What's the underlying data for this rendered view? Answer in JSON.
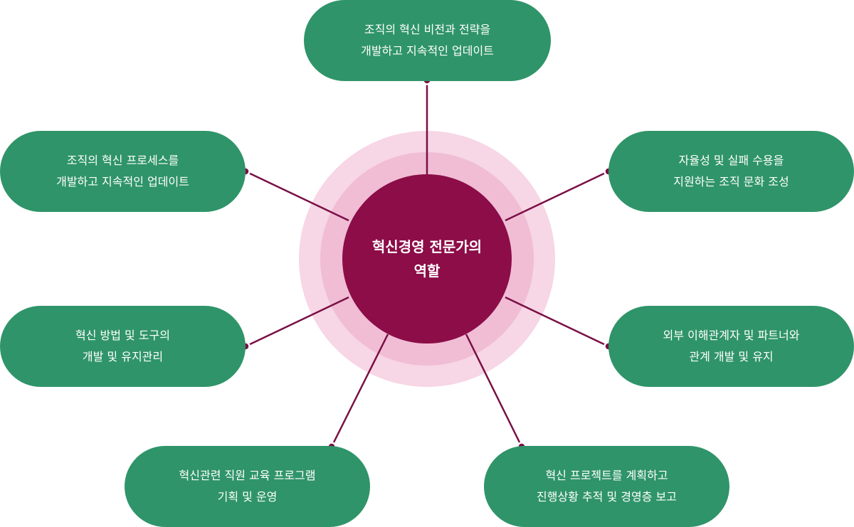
{
  "center": {
    "line1": "혁신경영 전문가의",
    "line2": "역할"
  },
  "roles": {
    "top": {
      "line1": "조직의 혁신 비전과 전략을",
      "line2": "개발하고 지속적인 업데이트"
    },
    "upper_left": {
      "line1": "조직의 혁신 프로세스를",
      "line2": "개발하고 지속적인 업데이트"
    },
    "upper_right": {
      "line1": "자율성 및 실패 수용을",
      "line2": "지원하는 조직 문화 조성"
    },
    "lower_left": {
      "line1": "혁신 방법 및 도구의",
      "line2": "개발 및 유지관리"
    },
    "lower_right": {
      "line1": "외부 이해관계자 및 파트너와",
      "line2": "관계 개발 및 유지"
    },
    "bottom_left": {
      "line1": "혁신관련 직원 교육 프로그램",
      "line2": "기획 및 운영"
    },
    "bottom_right": {
      "line1": "혁신 프로젝트를 계획하고",
      "line2": "진행상황 추적 및 경영층 보고"
    }
  },
  "colors": {
    "hub": "#8c0d48",
    "halo_outer": "#f7d6e5",
    "halo_inner": "#f0bdd5",
    "pill": "#2f9469",
    "connector": "#7a0f45"
  }
}
